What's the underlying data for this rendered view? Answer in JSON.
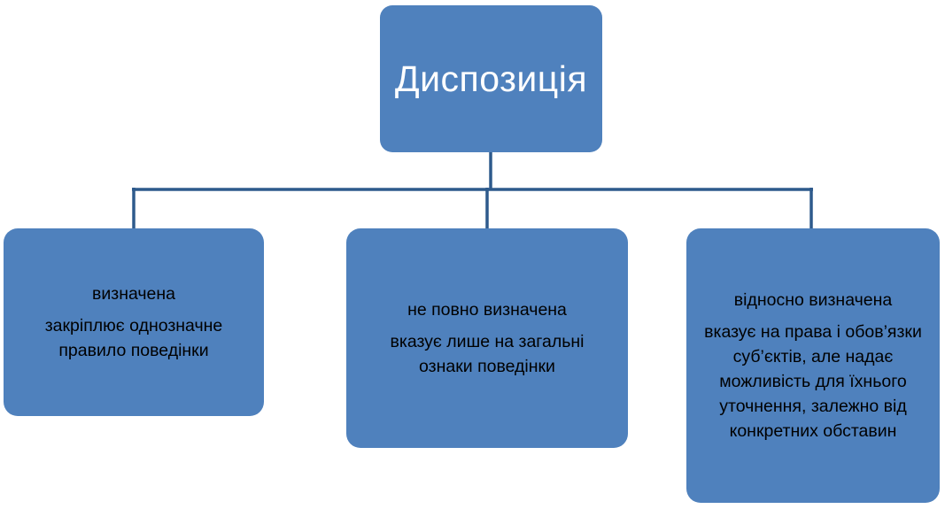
{
  "diagram": {
    "root": {
      "title": "Диспозиція"
    },
    "children": [
      {
        "title": "визначена",
        "description": "закріплює однозначне правило поведінки"
      },
      {
        "title": "не повно визначена",
        "description": "вказує лише на загальні ознаки поведінки"
      },
      {
        "title": "відносно визначена",
        "description": "вказує на права і обов’язки суб’єктів, але надає можливість для їхнього уточнення, залежно від конкретних обставин"
      }
    ],
    "colors": {
      "box_fill": "#4f81bd",
      "connector": "#2e5a8c",
      "root_text": "#ffffff",
      "child_text": "#000000"
    }
  }
}
